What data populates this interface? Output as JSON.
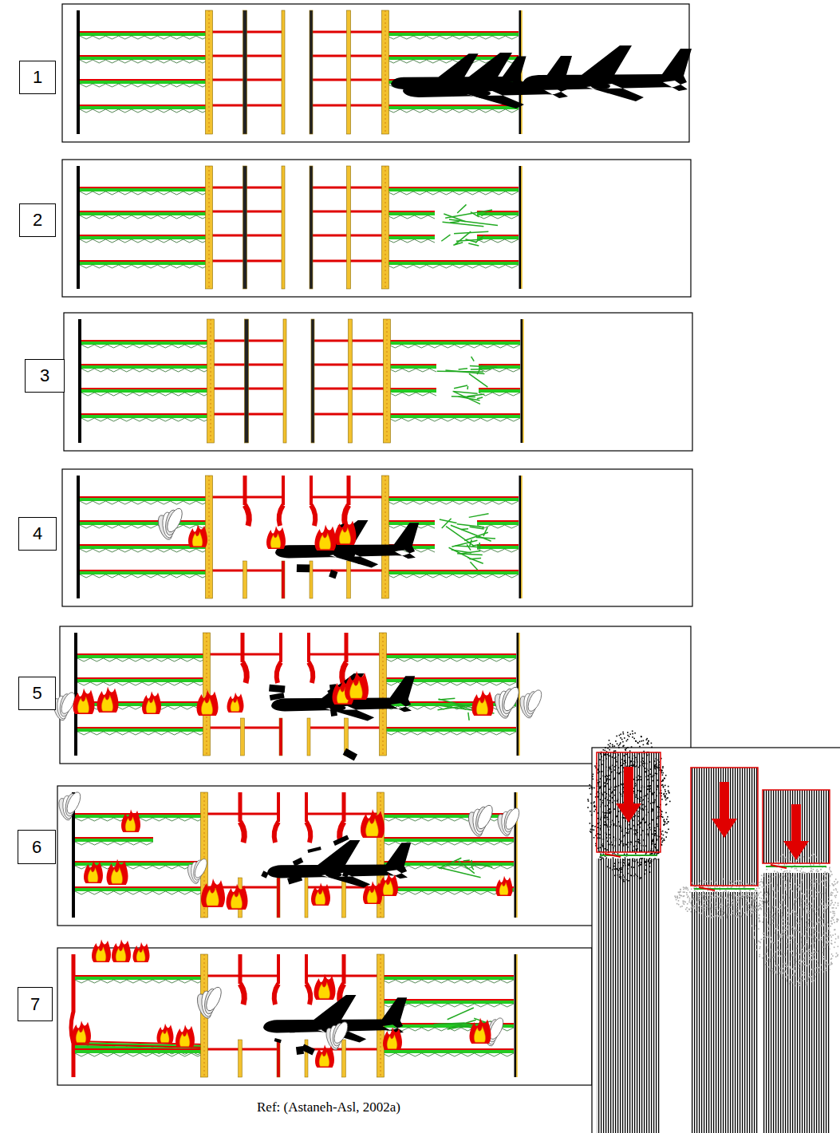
{
  "diagram": {
    "nodes": [
      {
        "text": [
          "1"
        ]
      },
      {
        "text": [
          "2"
        ]
      },
      {
        "text": [
          "3"
        ]
      },
      {
        "text": [
          "4"
        ]
      },
      {
        "text": [
          "5"
        ]
      },
      {
        "text": [
          "6"
        ]
      },
      {
        "text": [
          "7"
        ]
      }
    ],
    "labels": [
      "Ref: (Astaneh-Asl, 2002a)"
    ]
  }
}
